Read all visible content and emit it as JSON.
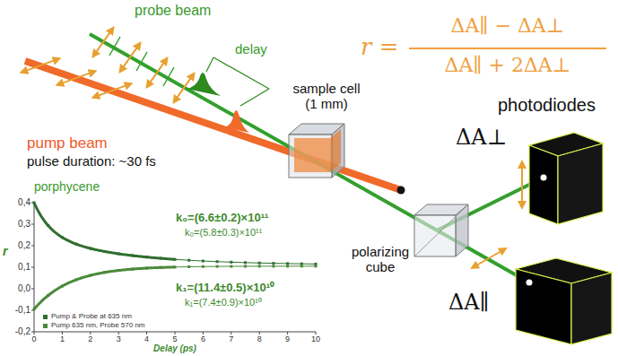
{
  "diagram": {
    "labels": [
      "probe beam",
      "delay",
      "r =",
      "ΔA∥ − ΔA⊥",
      "ΔA∥ + 2ΔA⊥",
      "photodiodes",
      "sample cell (1 mm)",
      "pump beam",
      "pulse duration: ~30 fs",
      "porphycene",
      "ΔA⊥",
      "polarizing cube",
      "0,4",
      "0,3",
      "0,2",
      "0,1",
      "0,0",
      "-0,1",
      "-0,2",
      "r",
      "k₀=(6.6±0.2)×10¹¹",
      "k₀=(5.8±0.3)×10¹¹",
      "k₁=(11.4±0.5)×10¹⁰",
      "k₁=(7.4±0.9)×10¹⁰",
      "ΔA∥",
      "0",
      "1",
      "2",
      "3",
      "4",
      "5",
      "6",
      "7",
      "8",
      "9",
      "10",
      "Delay (ps)"
    ],
    "legend": [
      {
        "text": "Pump & Probe at 635 nm",
        "color": "#2f6e2f"
      },
      {
        "text": "Pump 635 nm, Probe 570 nm",
        "color": "#4a8a3a"
      }
    ]
  }
}
